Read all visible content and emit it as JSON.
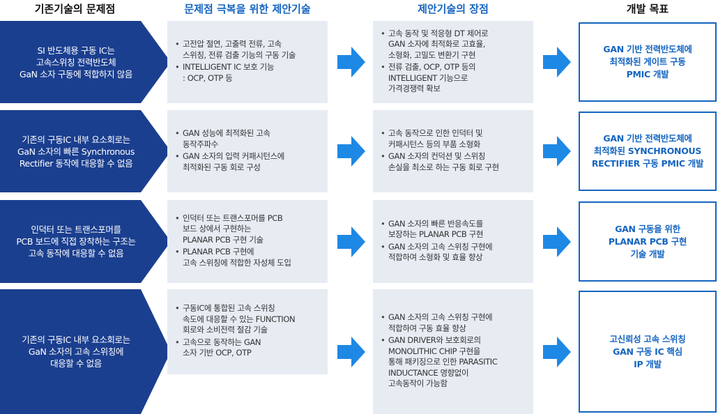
{
  "headers": {
    "col1": "기존기술의 문제점",
    "col2": "문제점 극복을 위한 제안기술",
    "col3": "제안기술의 장점",
    "col4": "개발 목표"
  },
  "colors": {
    "navy": "#1b3f8f",
    "blue": "#1565c0",
    "box_bg": "#e7ecf3",
    "arrow": "#1e88e5"
  },
  "rows": [
    {
      "problem": [
        "SI 반도체용 구동 IC는",
        "고속스위칭 전력반도체",
        "GaN 소자 구동에 적합하지 않음"
      ],
      "solution": [
        "고전압 절연, 고출력 전류, 고속\n스위칭, 전류 검출 기능의 구동 기술",
        "INTELLIGENT IC 보호 기능\n: OCP, OTP 등"
      ],
      "advantage": [
        "고속 동작 및 적응형 DT 제어로\nGAN 소자에 최적화로 고효율,\n소형화, 고밀도 변환기 구현",
        "전류 검출, OCP, OTP 등의\nINTELLIGENT 기능으로\n가격경쟁력 확보"
      ],
      "goal": [
        "GAN 기반 전력반도체에",
        "최적화된 게이트 구동",
        "PMIC  개발"
      ]
    },
    {
      "problem": [
        "기존의 구동IC  내부 요소회로는",
        "GaN 소자의 빠른 Synchronous",
        "Rectifier 동작에 대응할 수 없음"
      ],
      "solution": [
        "GAN 성능에 최적화된 고속\n동작주파수",
        "GAN 소자의 입력 커패시턴스에\n최적화된 구동 회로 구성"
      ],
      "advantage": [
        "고속 동작으로 인한 인덕터 및\n커패시턴스 등의 부품 소형화",
        "GAN 소자의 컨덕션 및 스위칭\n손실을 최소로 하는 구동 회로 구현"
      ],
      "goal": [
        "GAN 기반 전력반도체에",
        "최적화된 SYNCHRONOUS",
        "RECTIFIER 구동 PMIC 개발"
      ]
    },
    {
      "problem": [
        "인덕터 또는 트랜스포머를",
        "PCB 보드에 직접 장착하는 구조는",
        "고속 동작에 대응할 수 없음"
      ],
      "solution": [
        "인덕터 또는 트랜스포머를 PCB\n보드 상에서 구현하는\nPLANAR PCB 구현 기술",
        "PLANAR PCB 구현에\n고속 스위칭에 적합한 자성체 도입"
      ],
      "advantage": [
        "GAN 소자의 빠른 반응속도를\n보장하는 PLANAR PCB 구현",
        "GAN 소자의 고속 스위칭 구현에\n적합하여 소형화 및 효율 향상"
      ],
      "goal": [
        "GAN 구동을 위한",
        "PLANAR PCB 구현",
        "기술 개발"
      ]
    },
    {
      "problem": [
        "기존의 구동IC  내부 요소회로는",
        "GaN 소자의 고속 스위칭에",
        "대응할 수  없음"
      ],
      "solution": [
        "구동IC에 통합된 고속 스위칭\n속도에 대응할 수 있는 FUNCTION\n회로와 소비전력 절감 기술",
        "고속으로 동작하는 GAN\n소자 기반 OCP, OTP"
      ],
      "advantage": [
        "GAN 소자의 고속 스위칭 구현에\n적합하여 구동 효율 향상",
        "GAN DRIVER와 보호회로의\nMONOLITHIC CHIP 구현을\n통해 패키징으로 인한 PARASITIC\nINDUCTANCE 영향없이\n고속동작이 가능함"
      ],
      "goal": [
        "고신뢰성 고속 스위칭",
        "GAN 구동 IC 핵심",
        "IP 개발"
      ]
    }
  ]
}
